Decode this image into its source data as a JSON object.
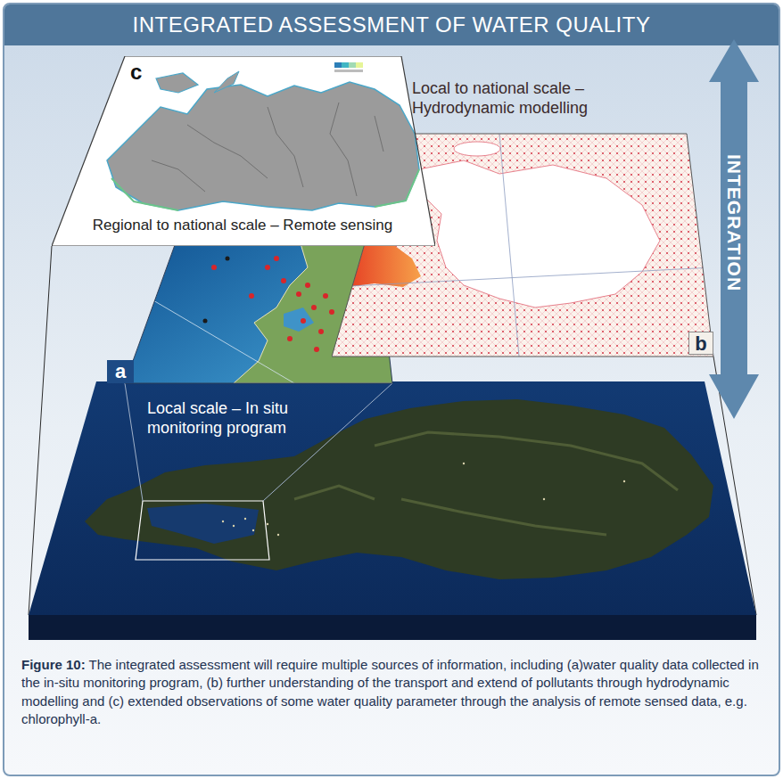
{
  "diagram": {
    "title": "INTEGRATED ASSESSMENT OF WATER QUALITY",
    "caption": "Figure 10: The integrated assessment will require multiple sources of information, including (a)water quality data collected in the in-situ monitoring program, (b) further understanding of the transport and extend of pollutants through hydrodynamic modelling and (c) extended observations of some water quality parameter through the analysis of remote sensed data, e.g. chlorophyll-a.",
    "nodes": [
      {
        "text": [
          "c",
          "Regional to national scale – Remote sensing"
        ]
      },
      {
        "text": [
          "Local to national scale – Hydrodynamic modelling",
          "b"
        ]
      },
      {
        "text": [
          "a"
        ]
      },
      {
        "text": [
          "Local scale – In situ monitoring program"
        ]
      }
    ],
    "labels": [
      "INTEGRATION"
    ]
  }
}
